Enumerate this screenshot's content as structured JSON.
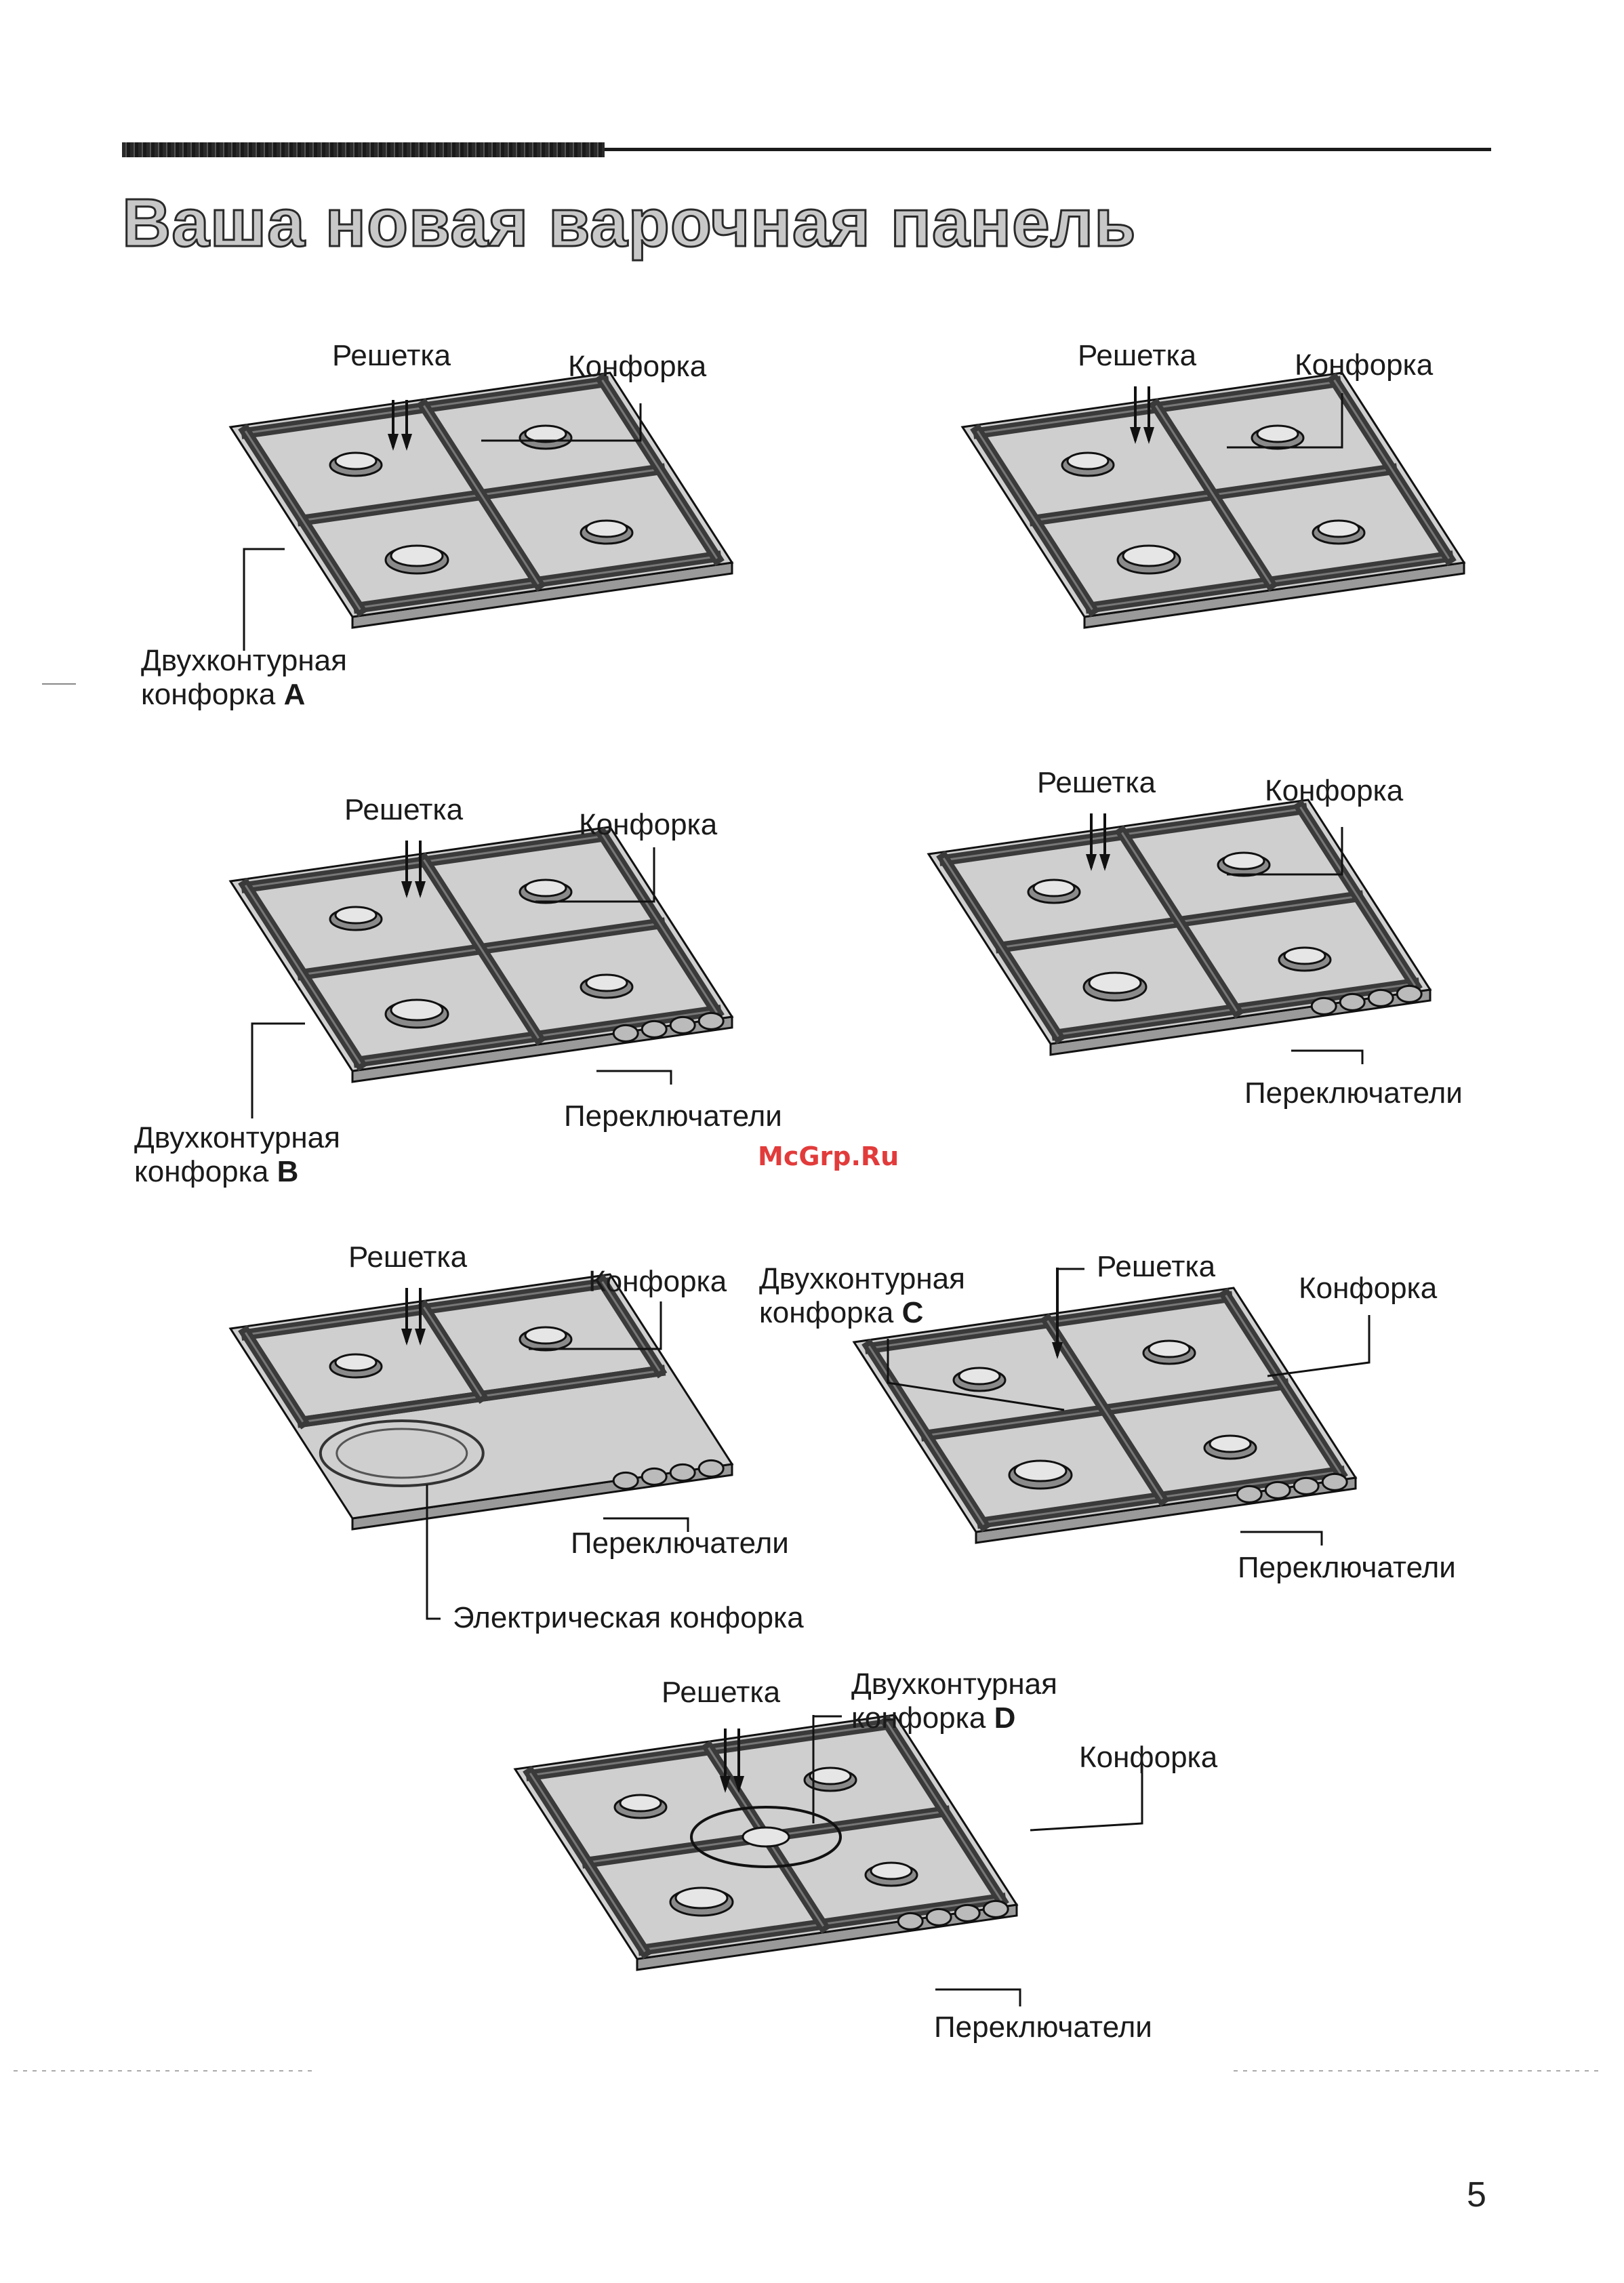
{
  "page": {
    "title": "Ваша новая варочная панель",
    "watermark": "McGrp.Ru",
    "page_number": "5"
  },
  "labels": {
    "grate": "Решетка",
    "burner": "Конфорка",
    "knobs": "Переключатели",
    "dual_line": "Двухконтурная",
    "dual_prefix": "конфорка",
    "electric": "Электрическая конфорка"
  },
  "figures": [
    {
      "id": "fig-1",
      "dual_letter": "A"
    },
    {
      "id": "fig-2"
    },
    {
      "id": "fig-3",
      "dual_letter": "B"
    },
    {
      "id": "fig-4"
    },
    {
      "id": "fig-5"
    },
    {
      "id": "fig-6",
      "dual_letter": "C"
    },
    {
      "id": "fig-7",
      "dual_letter": "D"
    }
  ],
  "colors": {
    "plate_fill": "#cfcfcf",
    "grate_fill": "#3a3a3a",
    "line": "#111111",
    "watermark": "#e23b3b"
  }
}
